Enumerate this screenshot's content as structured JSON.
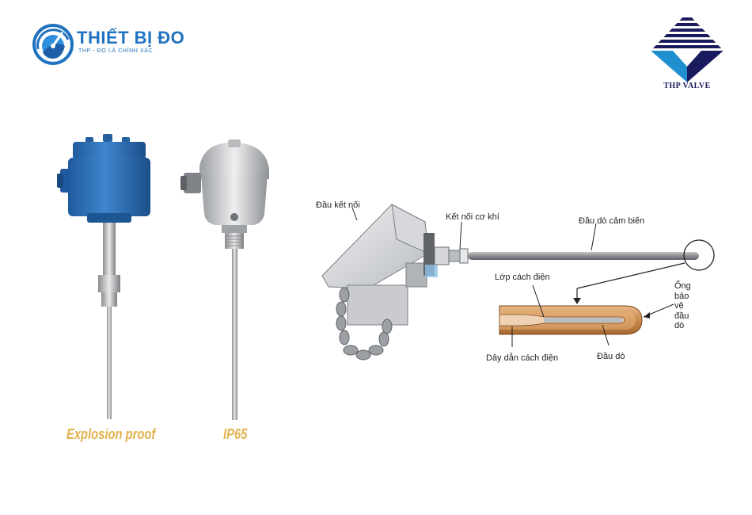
{
  "brand": {
    "name": "THIẾT BỊ ĐO",
    "tagline": "THP - ĐO LÀ CHÍNH XÁC",
    "logo_icon": "gauge-icon",
    "color": "#2173c0"
  },
  "partner": {
    "name": "THP VALVE",
    "logo_icon": "diamond-stripes-icon",
    "color": "#1a1a5e"
  },
  "products": [
    {
      "caption": "Explosion proof",
      "body_color": "#2f6fb7"
    },
    {
      "caption": "IP65",
      "body_color": "#c7c9cc"
    }
  ],
  "caption_color": "#e3b14a",
  "diagram": {
    "labels": {
      "connection_head": "Đầu kết nối",
      "mechanical_connection": "Kết nối cơ khí",
      "sensor_probe": "Đầu dò cảm biến",
      "insulation_layer": "Lớp cách điện",
      "protection_tube": "Ống bảo vệ đầu dò",
      "insulated_wire": "Dây dẫn cách điện",
      "probe_tip": "Đầu dò"
    },
    "sheath_color": "#c98a4a"
  }
}
